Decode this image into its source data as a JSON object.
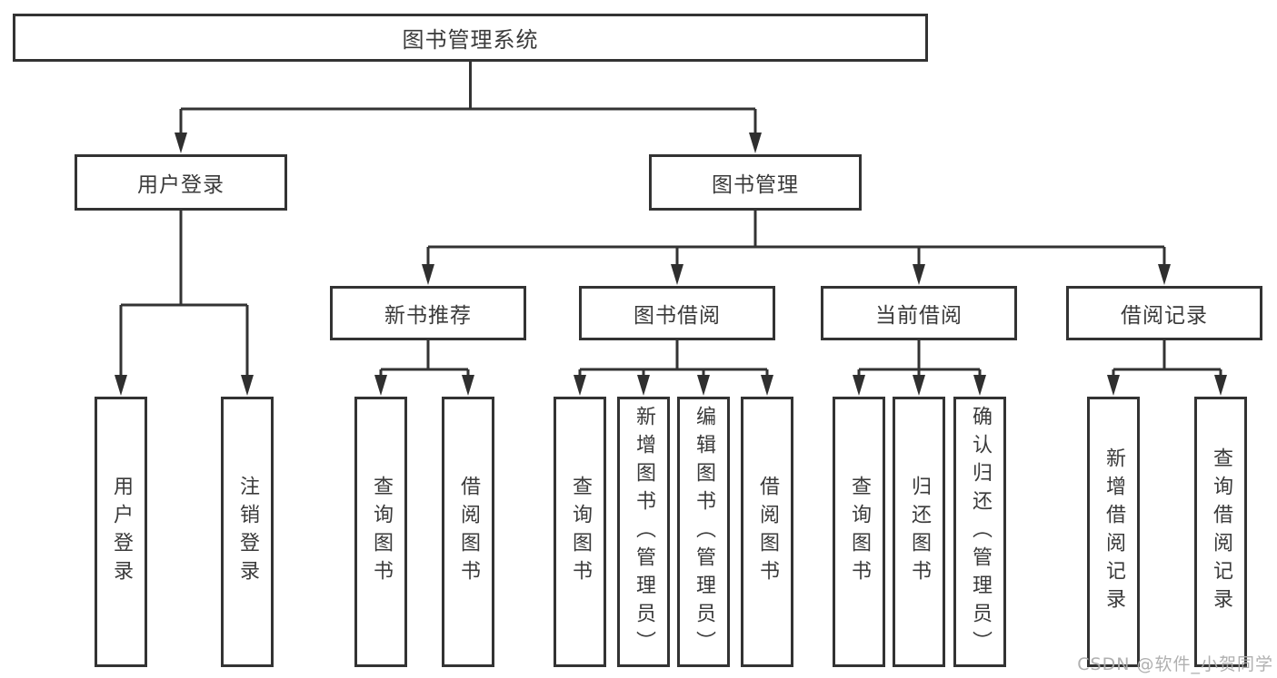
{
  "colors": {
    "line": "#333333",
    "node_text": "#3a3a3a",
    "watermark": "#acacac",
    "background": "#ffffff"
  },
  "tree": {
    "root": {
      "label": "图书管理系统"
    },
    "branches": [
      {
        "label": "用户登录",
        "children": [
          {
            "label": "用户登录"
          },
          {
            "label": "注销登录"
          }
        ]
      },
      {
        "label": "图书管理",
        "sections": [
          {
            "label": "新书推荐",
            "children": [
              {
                "label": "查询图书"
              },
              {
                "label": "借阅图书"
              }
            ]
          },
          {
            "label": "图书借阅",
            "children": [
              {
                "label": "查询图书"
              },
              {
                "label": "新增图书（管理员）"
              },
              {
                "label": "编辑图书（管理员）"
              },
              {
                "label": "借阅图书"
              }
            ]
          },
          {
            "label": "当前借阅",
            "children": [
              {
                "label": "查询图书"
              },
              {
                "label": "归还图书"
              },
              {
                "label": "确认归还（管理员）"
              }
            ]
          },
          {
            "label": "借阅记录",
            "children": [
              {
                "label": "新增借阅记录"
              },
              {
                "label": "查询借阅记录"
              }
            ]
          }
        ]
      }
    ]
  },
  "watermark": {
    "text": "CSDN @软件_小贺同学"
  }
}
